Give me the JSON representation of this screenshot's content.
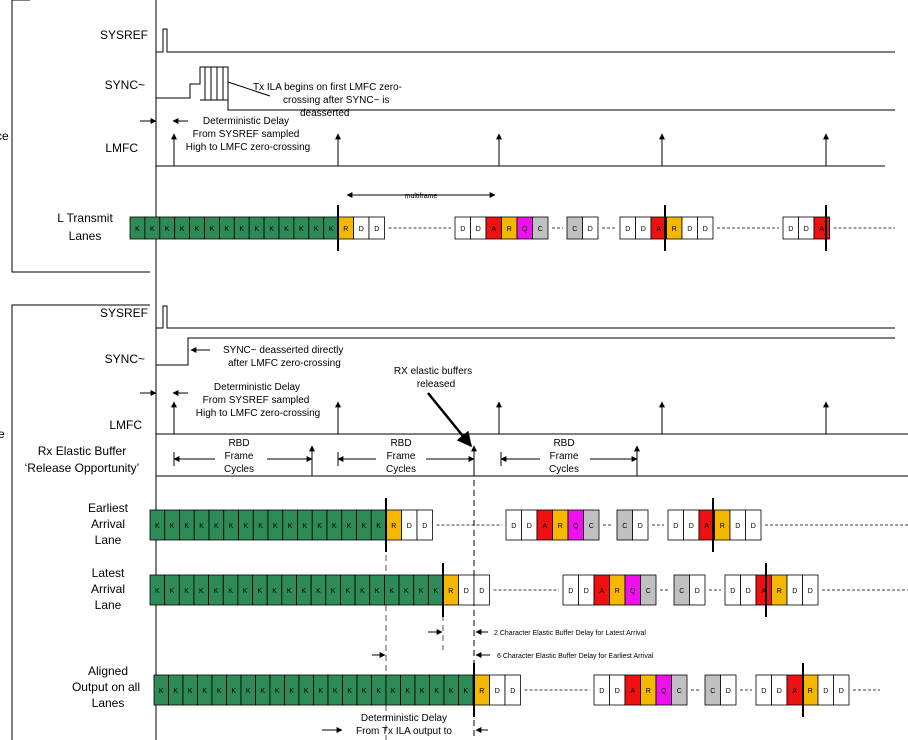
{
  "colors": {
    "K": "#2e8b57",
    "R": "#f5b800",
    "A": "#ee1111",
    "Q": "#ee11ee",
    "C": "#c0c0c0",
    "D": "#ffffff"
  },
  "tx": {
    "partial_label": "ce",
    "sysref_label": "SYSREF",
    "sync_label": "SYNC~",
    "lmfc_label": "LMFC",
    "lanes_label_1": "L Transmit",
    "lanes_label_2": "Lanes",
    "delay_note": [
      "Deterministic Delay",
      "From SYSREF sampled",
      "High to LMFC zero-crossing"
    ],
    "ila_note": [
      "Tx ILA begins on first LMFC zero-",
      "crossing after SYNC~ is",
      "deasserted"
    ],
    "multiframe_label": "multiframe"
  },
  "rx": {
    "partial_label": "e",
    "sysref_label": "SYSREF",
    "sync_label": "SYNC~",
    "lmfc_label": "LMFC",
    "sync_note": [
      "SYNC~ deasserted directly",
      "after LMFC zero-crossing"
    ],
    "delay_note": [
      "Deterministic Delay",
      "From SYSREF sampled",
      "High to LMFC zero-crossing"
    ],
    "release_note": [
      "RX elastic buffers",
      "released"
    ],
    "buffer_label_1": "Rx Elastic Buffer",
    "buffer_label_2": "‘Release Opportunity’",
    "rbd": [
      "RBD",
      "Frame",
      "Cycles"
    ],
    "earliest_label": [
      "Earliest",
      "Arrival",
      "Lane"
    ],
    "latest_label": [
      "Latest",
      "Arrival",
      "Lane"
    ],
    "aligned_label": [
      "Aligned",
      "Output on all",
      "Lanes"
    ],
    "latest_delay_note": "2 Character Elastic Buffer Delay for Latest Arrival",
    "earliest_delay_note": "6 Character Elastic Buffer Delay for Earliest Arrival",
    "bottom_note": [
      "Deterministic Delay",
      "From Tx ILA output to"
    ]
  },
  "lanes": {
    "tx": {
      "k_count": 14,
      "groups": [
        [
          "R",
          "D",
          "D"
        ],
        [
          "D",
          "D",
          "A",
          "R",
          "Q",
          "C"
        ],
        [
          "C",
          "D"
        ],
        [
          "D",
          "D",
          "A",
          "R",
          "D",
          "D"
        ],
        [
          "D",
          "D",
          "A"
        ]
      ]
    },
    "earliest": {
      "k_count": 16,
      "groups": [
        [
          "R",
          "D",
          "D"
        ],
        [
          "D",
          "D",
          "A",
          "R",
          "Q",
          "C"
        ],
        [
          "C",
          "D"
        ],
        [
          "D",
          "D",
          "A",
          "R",
          "D",
          "D"
        ]
      ]
    },
    "latest": {
      "k_count": 20,
      "groups": [
        [
          "R",
          "D",
          "D"
        ],
        [
          "D",
          "D",
          "A",
          "R",
          "Q",
          "C"
        ],
        [
          "C",
          "D"
        ],
        [
          "D",
          "D",
          "A",
          "R",
          "D",
          "D"
        ]
      ]
    },
    "aligned": {
      "k_count": 22,
      "groups": [
        [
          "R",
          "D",
          "D"
        ],
        [
          "D",
          "D",
          "A",
          "R",
          "Q",
          "C"
        ],
        [
          "C",
          "D"
        ],
        [
          "D",
          "D",
          "A",
          "R",
          "D",
          "D"
        ]
      ]
    }
  }
}
